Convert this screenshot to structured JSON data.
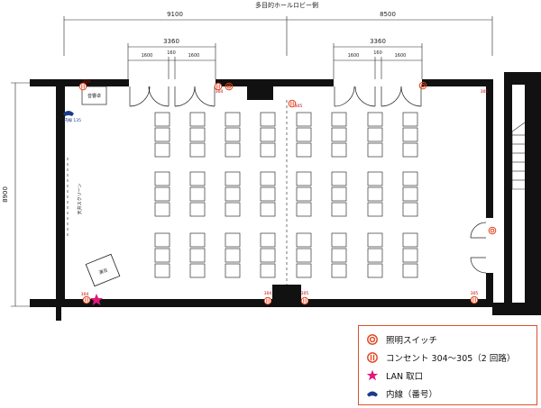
{
  "header": {
    "title": "多目的ホールロビー側"
  },
  "dimensions": {
    "left_total": "9100",
    "right_total": "8500",
    "left_door_total": "3360",
    "right_door_total": "3360",
    "door_leaf_left": "1600",
    "door_gap": "160",
    "door_leaf_right": "1600",
    "height": "8900"
  },
  "labels": {
    "sound_room": "音響卓",
    "screen": "天井スクリーン",
    "stage": "演台",
    "intercom": "内線 135"
  },
  "outlet_labels": {
    "top_left": "304",
    "top_middle_left": "304",
    "top_center": "305",
    "top_right": "305",
    "bottom_left": "304",
    "bottom_middle": "304",
    "bottom_middle_right": "305",
    "bottom_right": "305"
  },
  "legend": {
    "light_switch": "照明スイッチ",
    "outlet": "コンセント 304～305（2 回路）",
    "lan": "LAN 取口",
    "intercom": "内線（番号）"
  },
  "colors": {
    "wall": "#111111",
    "accent_red": "#e0401a",
    "lan_pink": "#e0187a",
    "intercom_blue": "#1a3a8a",
    "legend_border": "#d9532b"
  }
}
